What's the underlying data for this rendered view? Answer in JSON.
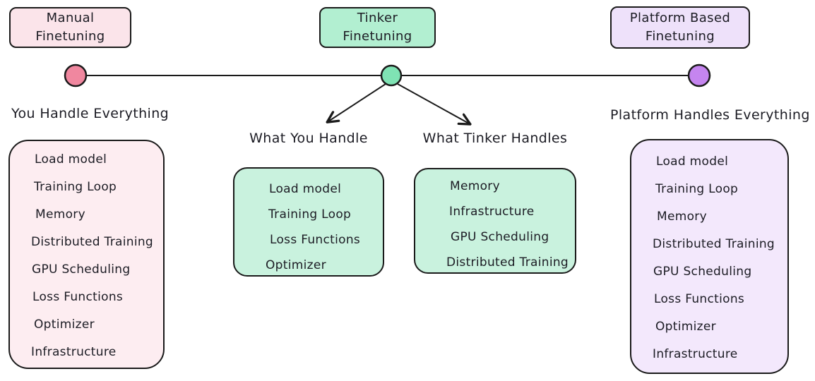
{
  "colors": {
    "text": "#1c1c24",
    "stroke": "#1a1a1a",
    "manual_header_fill": "#fbe4ea",
    "manual_list_fill": "#fdedf1",
    "tinker_header_fill": "#b2efd1",
    "tinker_list_fill": "#c9f2de",
    "platform_header_fill": "#eee1fa",
    "platform_list_fill": "#f3e8fc",
    "manual_dot": "#f0879f",
    "tinker_dot": "#7fe3b4",
    "platform_dot": "#c585ef"
  },
  "headers": {
    "manual": "Manual\nFinetuning",
    "tinker": "Tinker\nFinetuning",
    "platform": "Platform Based\nFinetuning"
  },
  "section_labels": {
    "you_handle_everything": "You Handle Everything",
    "what_you_handle": "What You Handle",
    "what_tinker_handles": "What Tinker Handles",
    "platform_handles_everything": "Platform Handles Everything"
  },
  "lists": {
    "manual": {
      "items": [
        "Load model",
        "Training Loop",
        "Memory",
        "Distributed Training",
        "GPU Scheduling",
        "Loss Functions",
        "Optimizer",
        "Infrastructure"
      ]
    },
    "you_handle": {
      "items": [
        "Load model",
        "Training Loop",
        "Loss Functions",
        "Optimizer"
      ]
    },
    "tinker_handles": {
      "items": [
        "Memory",
        "Infrastructure",
        "GPU Scheduling",
        "Distributed Training"
      ]
    },
    "platform": {
      "items": [
        "Load model",
        "Training Loop",
        "Memory",
        "Distributed Training",
        "GPU Scheduling",
        "Loss Functions",
        "Optimizer",
        "Infrastructure"
      ]
    }
  }
}
